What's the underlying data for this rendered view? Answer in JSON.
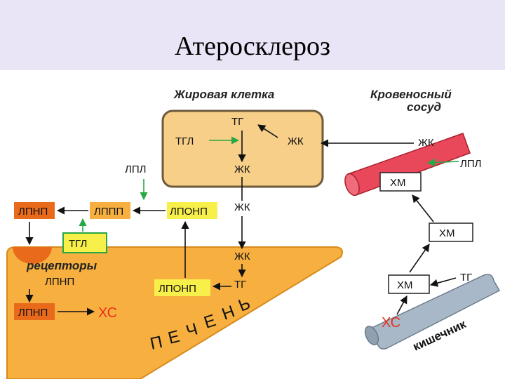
{
  "title": "Атеросклероз",
  "fat_cell": {
    "label": "Жировая клетка",
    "tg": "ТГ",
    "tgl": "ТГЛ",
    "zhk_right": "ЖК",
    "zhk_bottom": "ЖК"
  },
  "vessel": {
    "label_line1": "Кровеносный",
    "label_line2": "сосуд",
    "zhk": "ЖК",
    "lpl": "ЛПЛ",
    "hm": "ХМ"
  },
  "middle": {
    "lpl": "ЛПЛ",
    "ldl": "ЛПНП",
    "idl": "ЛППП",
    "vldl": "ЛПОНП",
    "zhk": "ЖК"
  },
  "liver": {
    "tgl": "ТГЛ",
    "receptors_line1": "рецепторы",
    "receptors_line2": "ЛПНП",
    "ldl": "ЛПНП",
    "xc": "ХС",
    "zhk": "ЖК",
    "tg": "ТГ",
    "vldl": "ЛПОНП",
    "name_letters": [
      "П",
      "Е",
      "Ч",
      "Е",
      "Н",
      "Ь"
    ]
  },
  "intestine": {
    "hm_upper": "ХМ",
    "hm_lower": "ХМ",
    "tg": "ТГ",
    "xc": "ХС",
    "name": "кишечник"
  }
}
